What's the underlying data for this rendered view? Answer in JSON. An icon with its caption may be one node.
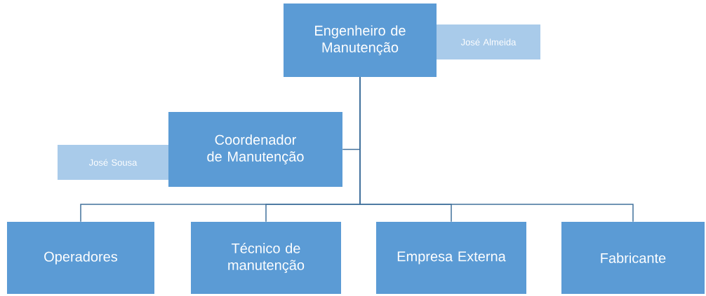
{
  "diagram": {
    "nodes": [
      {
        "text": [
          "Engenheiro de Manutenção"
        ]
      },
      {
        "text": [
          "José Almeida"
        ]
      },
      {
        "text": [
          "Coordenador de Manutenção"
        ]
      },
      {
        "text": [
          "José Sousa"
        ]
      },
      {
        "text": [
          "Operadores"
        ]
      },
      {
        "text": [
          "Técnico de manutenção"
        ]
      },
      {
        "text": [
          "Empresa Externa"
        ]
      },
      {
        "text": [
          "Fabricante"
        ]
      }
    ],
    "edges": [
      {
        "from": 0,
        "to": 2,
        "arrow": "none"
      },
      {
        "from": 0,
        "to": 4,
        "arrow": "none"
      },
      {
        "from": 0,
        "to": 5,
        "arrow": "none"
      },
      {
        "from": 0,
        "to": 6,
        "arrow": "none"
      },
      {
        "from": 0,
        "to": 7,
        "arrow": "none"
      }
    ]
  }
}
